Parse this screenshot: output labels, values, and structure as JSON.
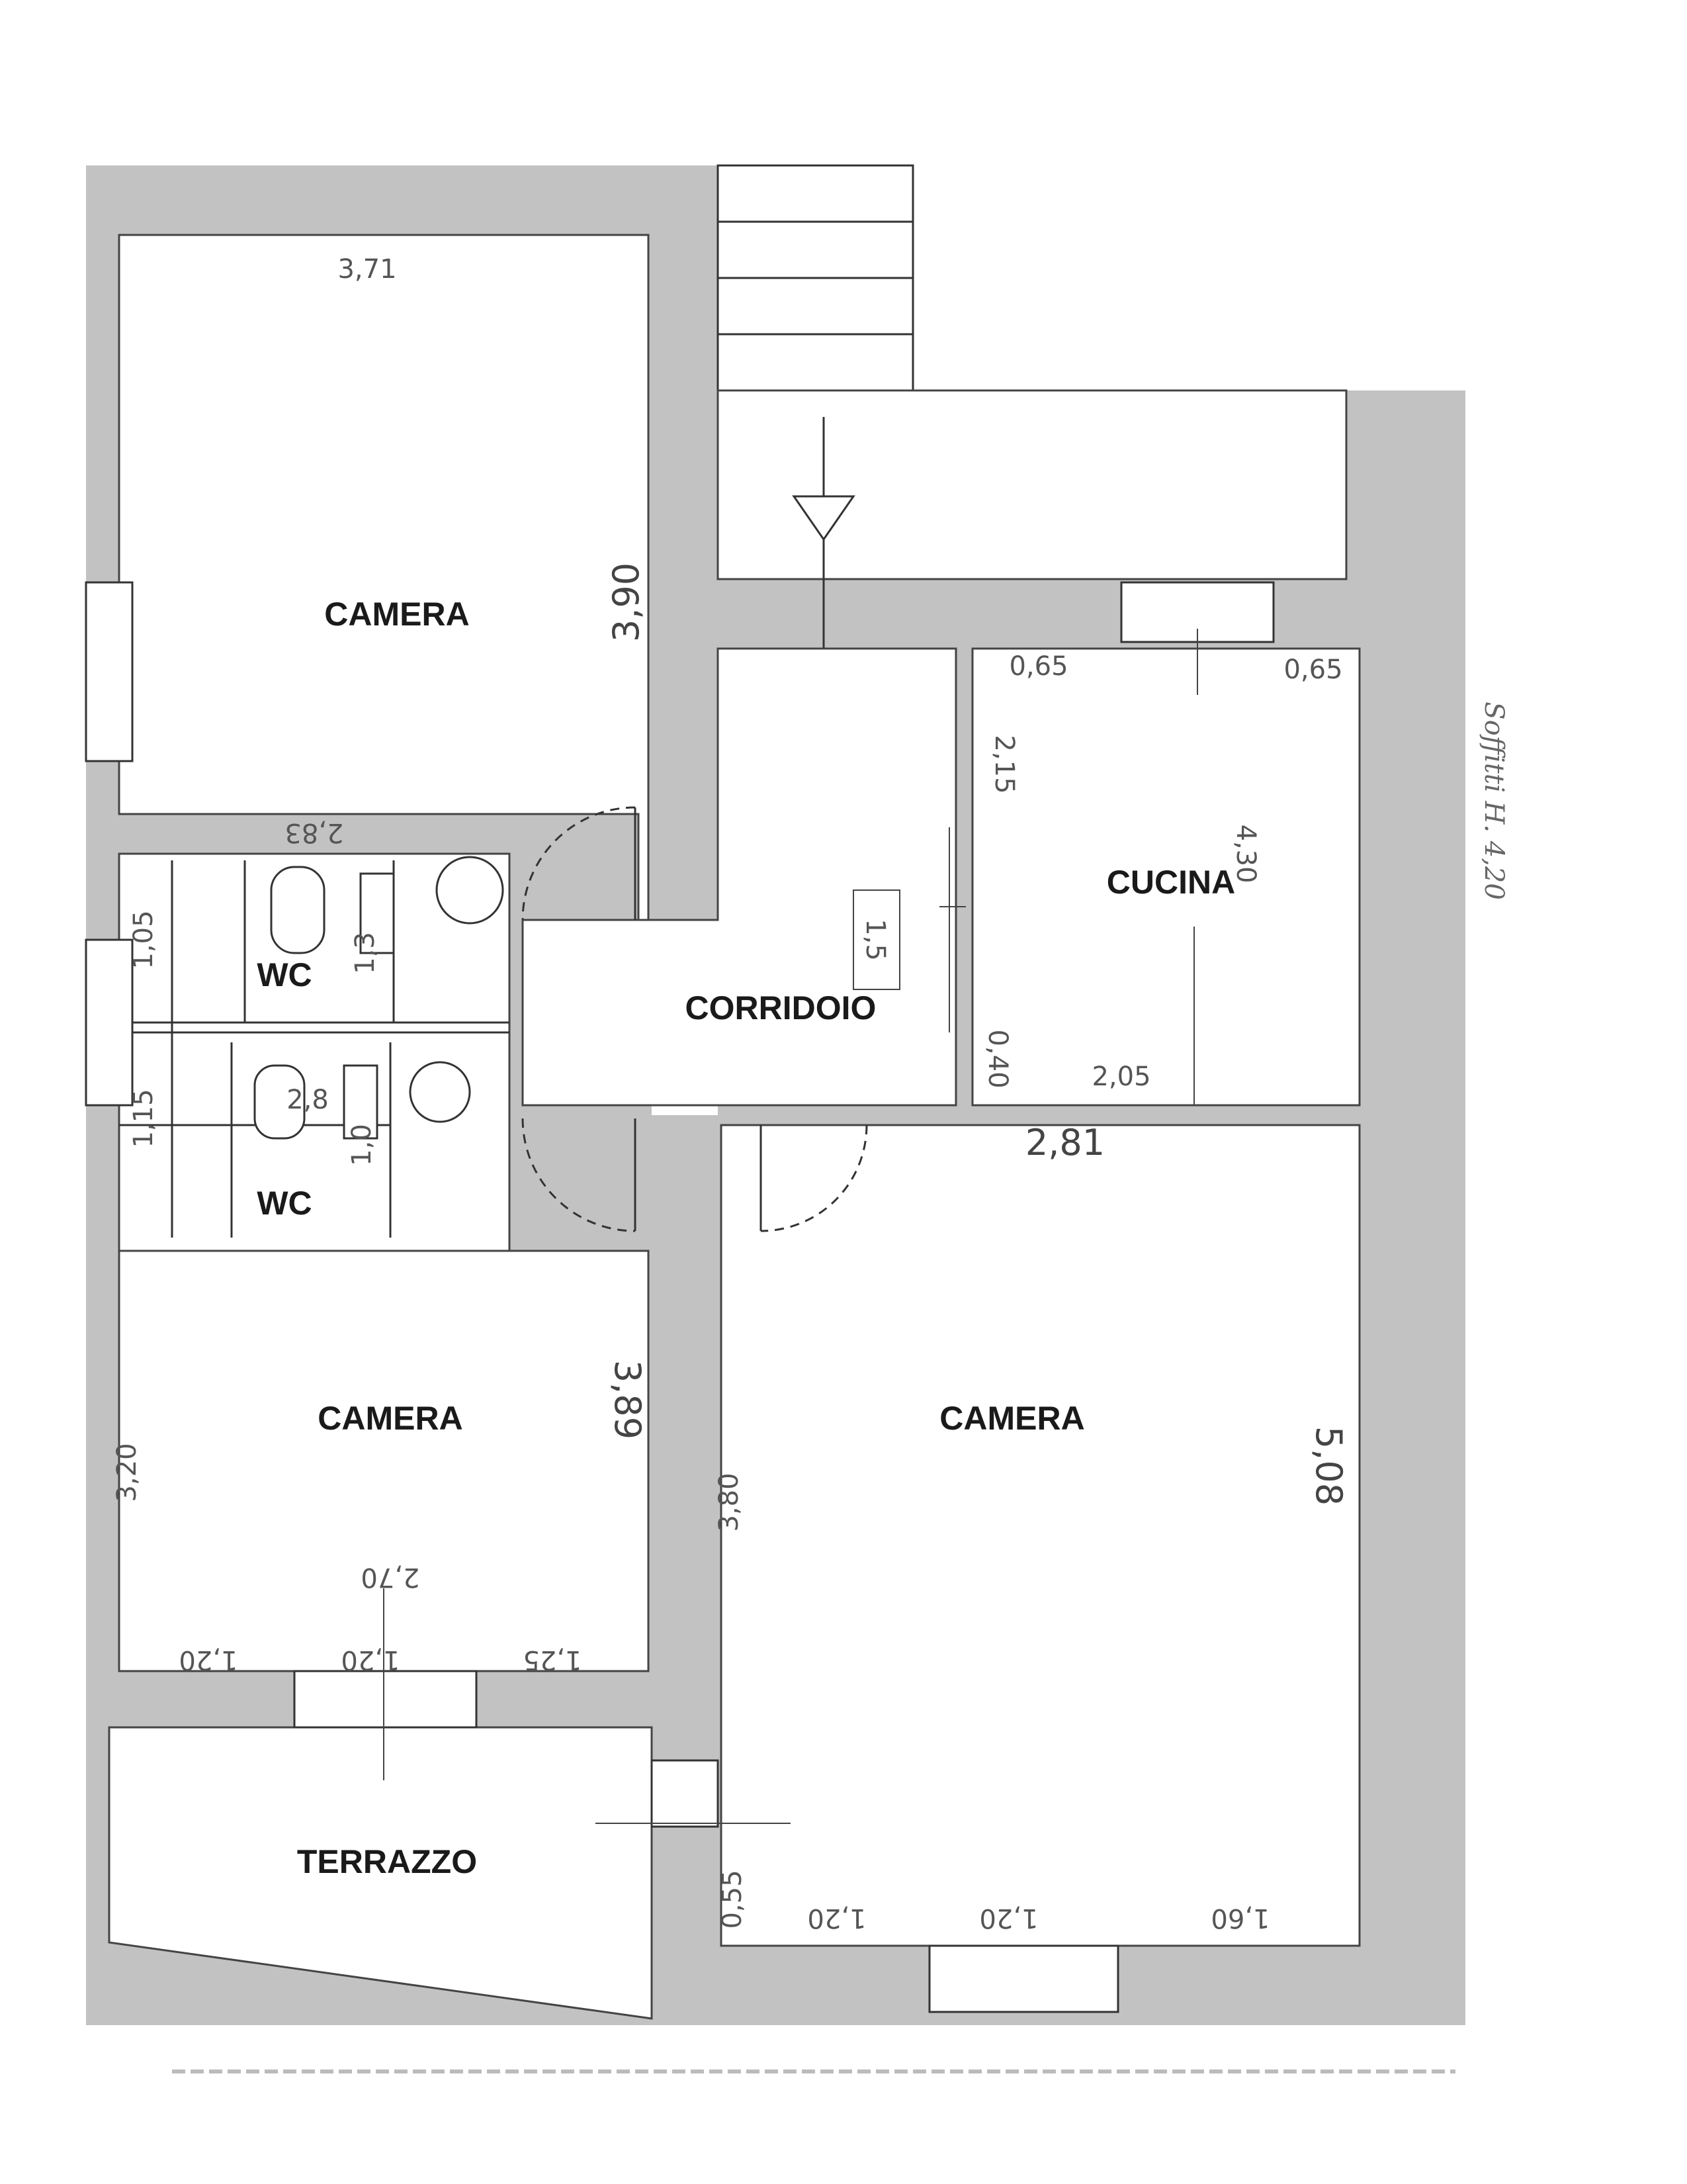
{
  "rooms": {
    "camera_top_left": "CAMERA",
    "camera_bottom_left": "CAMERA",
    "camera_right": "CAMERA",
    "cucina": "CUCINA",
    "corridoio": "CORRIDOIO",
    "wc_upper": "WC",
    "wc_lower": "WC",
    "terrazzo": "TERRAZZO"
  },
  "dimensions": {
    "top_camera_width": "3,71",
    "top_camera_height": "3,90",
    "bath_width": "2,83",
    "wc_upper_left": "1,05",
    "wc_upper_fixture": "1,3",
    "wc_lower_left": "1,15",
    "wc_lower_center": "2,8",
    "wc_lower_fixture": "1,0",
    "corridoio_note": "1,5",
    "cucina_top_left": "0,65",
    "cucina_top_right": "0,65",
    "cucina_height_left": "2,15",
    "cucina_height_right": "4,30",
    "cucina_bottom": "2,05",
    "cucina_gap": "0,40",
    "right_camera_width": "2,81",
    "right_camera_height": "5,08",
    "right_camera_inner_height": "3,80",
    "right_camera_window_1": "1,20",
    "right_camera_window_2": "1,20",
    "right_camera_window_3": "1,60",
    "right_camera_window_side": "0,55",
    "bottom_camera_height": "3,89",
    "bottom_camera_width": "2,70",
    "bottom_camera_window_1": "1,20",
    "bottom_camera_window_2": "1,20",
    "bottom_camera_window_3": "1,25",
    "bottom_camera_side": "3,20",
    "side_note": "Soffitti H. 4,20"
  }
}
